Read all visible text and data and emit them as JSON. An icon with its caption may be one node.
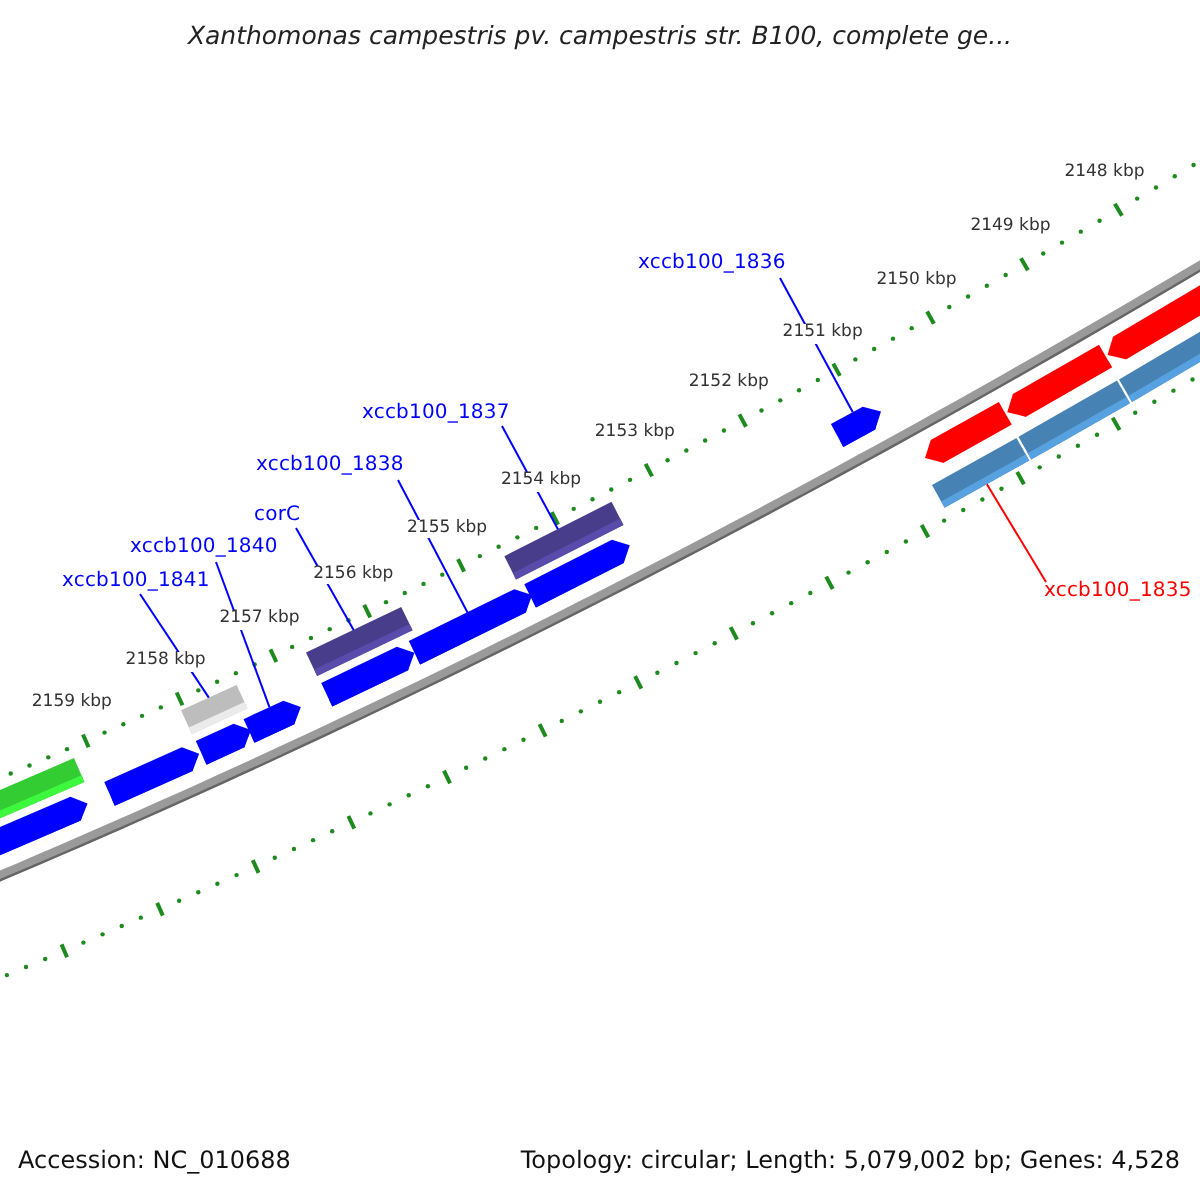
{
  "diagram": {
    "title": "Xanthomonas campestris pv. campestris str. B100, complete ge...",
    "nodes": [
      {
        "text": [
          "xccb100_1836"
        ]
      },
      {
        "text": [
          "xccb100_1837"
        ]
      },
      {
        "text": [
          "xccb100_1838"
        ]
      },
      {
        "text": [
          "corC"
        ]
      },
      {
        "text": [
          "xccb100_1840"
        ]
      },
      {
        "text": [
          "xccb100_1841"
        ]
      },
      {
        "text": [
          "xccb100_1835"
        ]
      },
      {
        "text": [],
        "shape": "bar"
      },
      {
        "text": [],
        "shape": "arrow"
      },
      {
        "text": [],
        "shape": "arrow"
      },
      {
        "text": [],
        "shape": "bar"
      },
      {
        "text": [],
        "shape": "arrow"
      },
      {
        "text": [],
        "shape": "arrow"
      },
      {
        "text": [],
        "shape": "bar"
      },
      {
        "text": [],
        "shape": "arrow"
      },
      {
        "text": [],
        "shape": "arrow"
      },
      {
        "text": [],
        "shape": "bar"
      },
      {
        "text": [],
        "shape": "arrow"
      },
      {
        "text": [],
        "shape": "arrow"
      },
      {
        "text": [],
        "shape": "arrow"
      },
      {
        "text": [],
        "shape": "bar"
      },
      {
        "text": [],
        "shape": "arrow"
      },
      {
        "text": [],
        "shape": "bar"
      },
      {
        "text": [],
        "shape": "arrow"
      },
      {
        "text": [],
        "shape": "bar"
      }
    ],
    "edges": [
      {
        "from": 0,
        "to": 18,
        "arrow": "none"
      },
      {
        "from": 1,
        "to": 16,
        "arrow": "none"
      },
      {
        "from": 2,
        "to": 15,
        "arrow": "none"
      },
      {
        "from": 3,
        "to": 13,
        "arrow": "none"
      },
      {
        "from": 4,
        "to": 12,
        "arrow": "none"
      },
      {
        "from": 5,
        "to": 10,
        "arrow": "none"
      },
      {
        "from": 6,
        "to": 20,
        "arrow": "none",
        "color": "#ff0000"
      }
    ],
    "labels": [
      "2148 kbp",
      "2149 kbp",
      "2150 kbp",
      "2151 kbp",
      "2152 kbp",
      "2153 kbp",
      "2154 kbp",
      "2155 kbp",
      "2156 kbp",
      "2157 kbp",
      "2158 kbp",
      "2159 kbp",
      "Accession: NC_010688",
      "Topology: circular; Length: 5,079,002 bp; Genes: 4,528"
    ]
  }
}
